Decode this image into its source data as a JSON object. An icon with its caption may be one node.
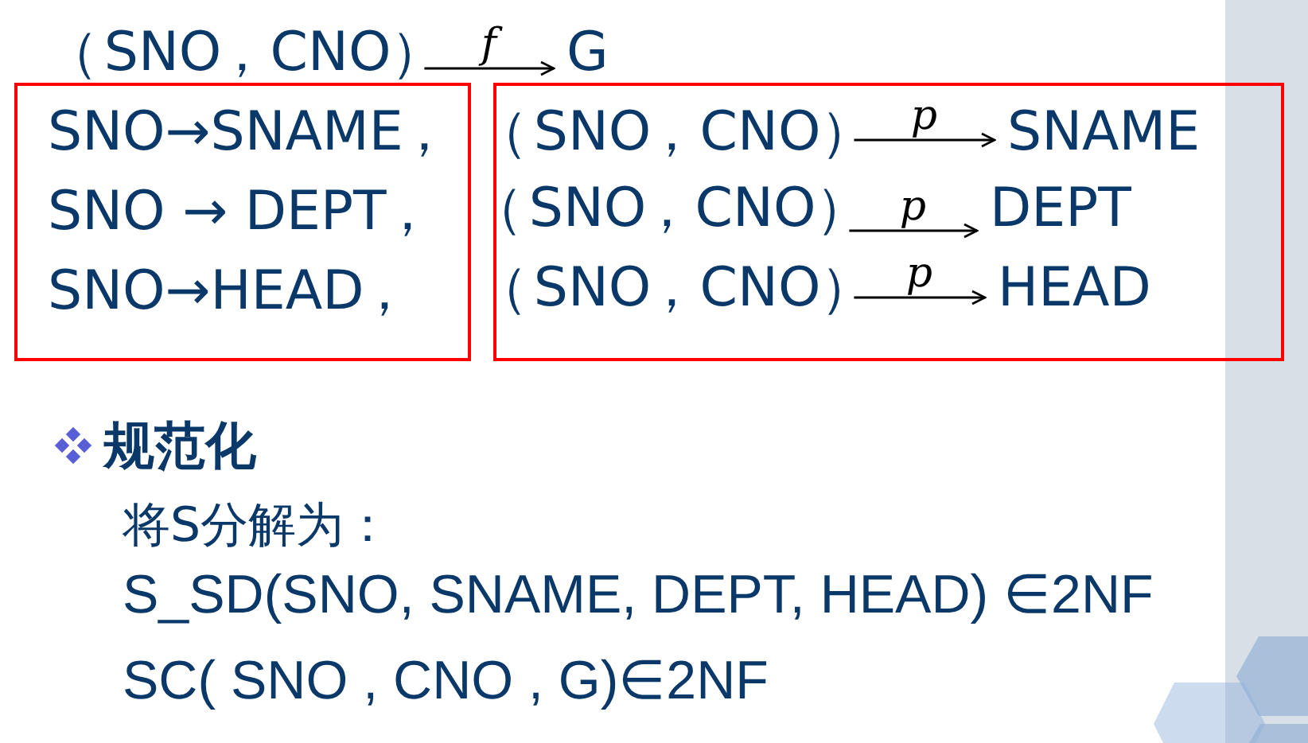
{
  "diagram": {
    "nodes": [
      {
        "text": [
          "（SNO，CNO）"
        ]
      },
      {
        "text": [
          "G"
        ]
      },
      {
        "text": [
          "SNO→SNAME，",
          "SNO → DEPT，",
          "SNO→HEAD，"
        ]
      },
      {
        "text": [],
        "shape": "box"
      },
      {
        "text": [
          "（SNO，CNO）"
        ],
        "in": 3
      },
      {
        "text": [
          "SNAME"
        ],
        "in": 3
      },
      {
        "text": [
          "（SNO，CNO）"
        ],
        "in": 3
      },
      {
        "text": [
          "DEPT"
        ],
        "in": 3
      },
      {
        "text": [
          "（SNO，CNO）"
        ],
        "in": 3
      },
      {
        "text": [
          "HEAD"
        ],
        "in": 3
      }
    ],
    "edges": [
      {
        "from": 0,
        "to": 1,
        "arrow": "to",
        "label": "f"
      },
      {
        "from": 4,
        "to": 5,
        "arrow": "to",
        "label": "p"
      },
      {
        "from": 6,
        "to": 7,
        "arrow": "to",
        "label": "p"
      },
      {
        "from": 8,
        "to": 9,
        "arrow": "to",
        "label": "p"
      }
    ],
    "labels": [
      "规范化",
      "将S分解为：",
      "S_SD(SNO, SNAME, DEPT, HEAD) ∈2NF",
      "SC( SNO , CNO , G)∈2NF"
    ]
  }
}
